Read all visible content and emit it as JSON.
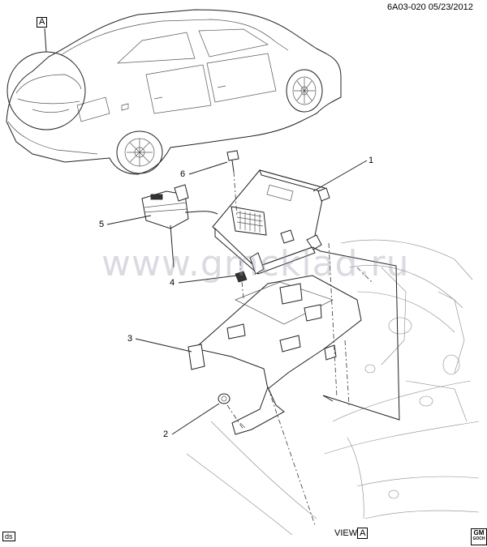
{
  "header": {
    "code": "6A03-020",
    "date": "05/23/2012"
  },
  "view_ref": {
    "box_letter": "A",
    "view_word": "VIEW",
    "view_letter": "A"
  },
  "callouts": [
    "1",
    "2",
    "3",
    "4",
    "5",
    "6"
  ],
  "corner": {
    "bottom_left": "ds",
    "brand_top": "GM",
    "brand_bottom": "GOCH"
  },
  "watermark": "www.gmcklad.ru"
}
